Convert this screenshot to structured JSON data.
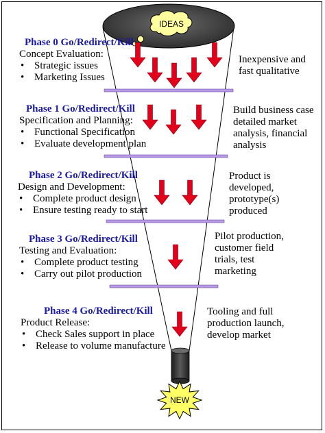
{
  "cloud_label": "IDEAS",
  "starburst_label": "NEW",
  "colors": {
    "phase_title": "#1a1aa8",
    "arrow": "#e3001b",
    "separator": "#b99ae6",
    "cylinder": "#3a3a3a"
  },
  "phases": [
    {
      "title": "Phase 0 Go/Redirect/Kill",
      "heading": "Concept Evaluation:",
      "bullets": [
        "Strategic issues",
        "Marketing Issues"
      ],
      "note": [
        "Inexpensive and",
        "fast qualitative"
      ]
    },
    {
      "title": "Phase 1 Go/Redirect/Kill",
      "heading": "Specification and Planning:",
      "bullets": [
        "Functional Specification",
        "Evaluate development plan"
      ],
      "note": [
        "Build business case",
        "detailed market",
        "analysis, financial",
        "analysis"
      ]
    },
    {
      "title": "Phase 2 Go/Redirect/Kill",
      "heading": "Design and Development:",
      "bullets": [
        "Complete product design",
        "Ensure testing ready to start"
      ],
      "note": [
        "Product is",
        "developed,",
        "prototype(s)",
        "produced"
      ]
    },
    {
      "title": "Phase 3 Go/Redirect/Kill",
      "heading": "Testing and Evaluation:",
      "bullets": [
        "Complete product testing",
        "Carry out pilot production"
      ],
      "note": [
        "Pilot production,",
        "customer field",
        "trials, test",
        "marketing"
      ]
    },
    {
      "title": "Phase 4 Go/Redirect/Kill",
      "heading": "Product Release:",
      "bullets": [
        "Check Sales support in place",
        "Release to volume manufacture"
      ],
      "note": [
        "Tooling and full",
        "production launch,",
        "develop market"
      ]
    }
  ]
}
